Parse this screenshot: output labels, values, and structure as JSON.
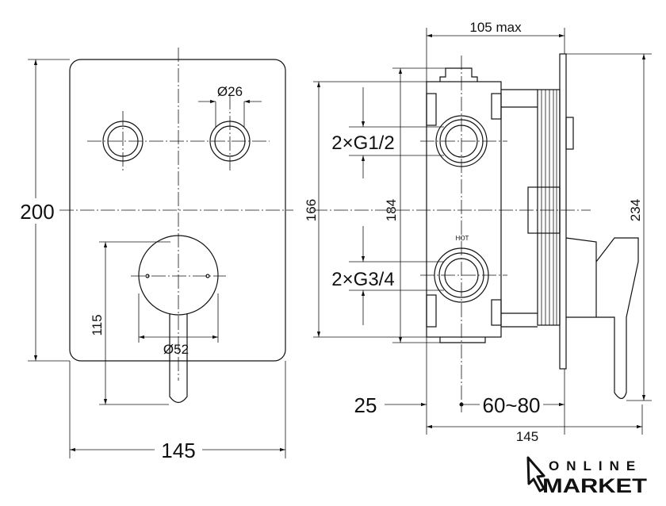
{
  "front_view": {
    "height_label": "200",
    "width_label": "145",
    "button_diameter_label": "Ø26",
    "lever_diameter_label": "Ø52",
    "lever_offset_label": "115"
  },
  "side_view": {
    "depth_label": "105 max",
    "body_height_label": "166",
    "body_outer_label": "184",
    "plate_height_label": "234",
    "upper_thread_label": "2×G1/2",
    "lower_thread_label": "2×G3/4",
    "hot_label": "HOT",
    "offset_label": "25",
    "wall_range_label": "60~80",
    "total_width_label": "145"
  },
  "logo": {
    "line1": "ONLINE",
    "line2": "MARKET"
  },
  "colors": {
    "ink": "#111111",
    "background": "#ffffff"
  }
}
